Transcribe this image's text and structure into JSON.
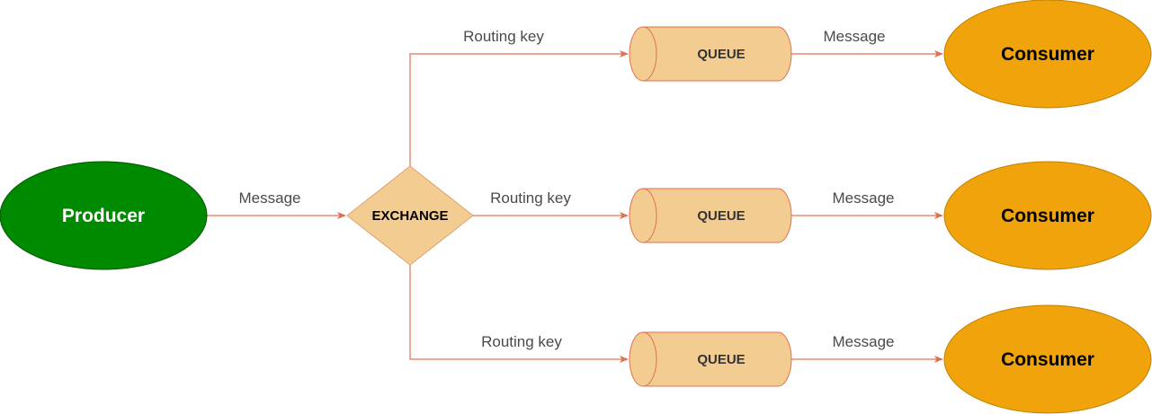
{
  "colors": {
    "producer_fill": "#008a00",
    "producer_stroke": "#005700",
    "producer_text": "#ffffff",
    "exchange_fill": "#f3cc91",
    "exchange_stroke": "#e0a070",
    "exchange_text": "#000000",
    "queue_fill": "#f3cc91",
    "queue_stroke": "#e07050",
    "queue_text": "#333333",
    "consumer_fill": "#f0a30a",
    "consumer_stroke": "#c28000",
    "consumer_text": "#000000",
    "edge": "#e07050"
  },
  "nodes": {
    "producer": {
      "label": "Producer"
    },
    "exchange": {
      "label": "EXCHANGE"
    },
    "queues": [
      {
        "label": "QUEUE"
      },
      {
        "label": "QUEUE"
      },
      {
        "label": "QUEUE"
      }
    ],
    "consumers": [
      {
        "label": "Consumer"
      },
      {
        "label": "Consumer"
      },
      {
        "label": "Consumer"
      }
    ]
  },
  "edges": {
    "producer_to_exchange": {
      "label": "Message"
    },
    "exchange_to_queues": [
      {
        "label": "Routing key"
      },
      {
        "label": "Routing key"
      },
      {
        "label": "Routing key"
      }
    ],
    "queues_to_consumers": [
      {
        "label": "Message"
      },
      {
        "label": "Message"
      },
      {
        "label": "Message"
      }
    ]
  }
}
